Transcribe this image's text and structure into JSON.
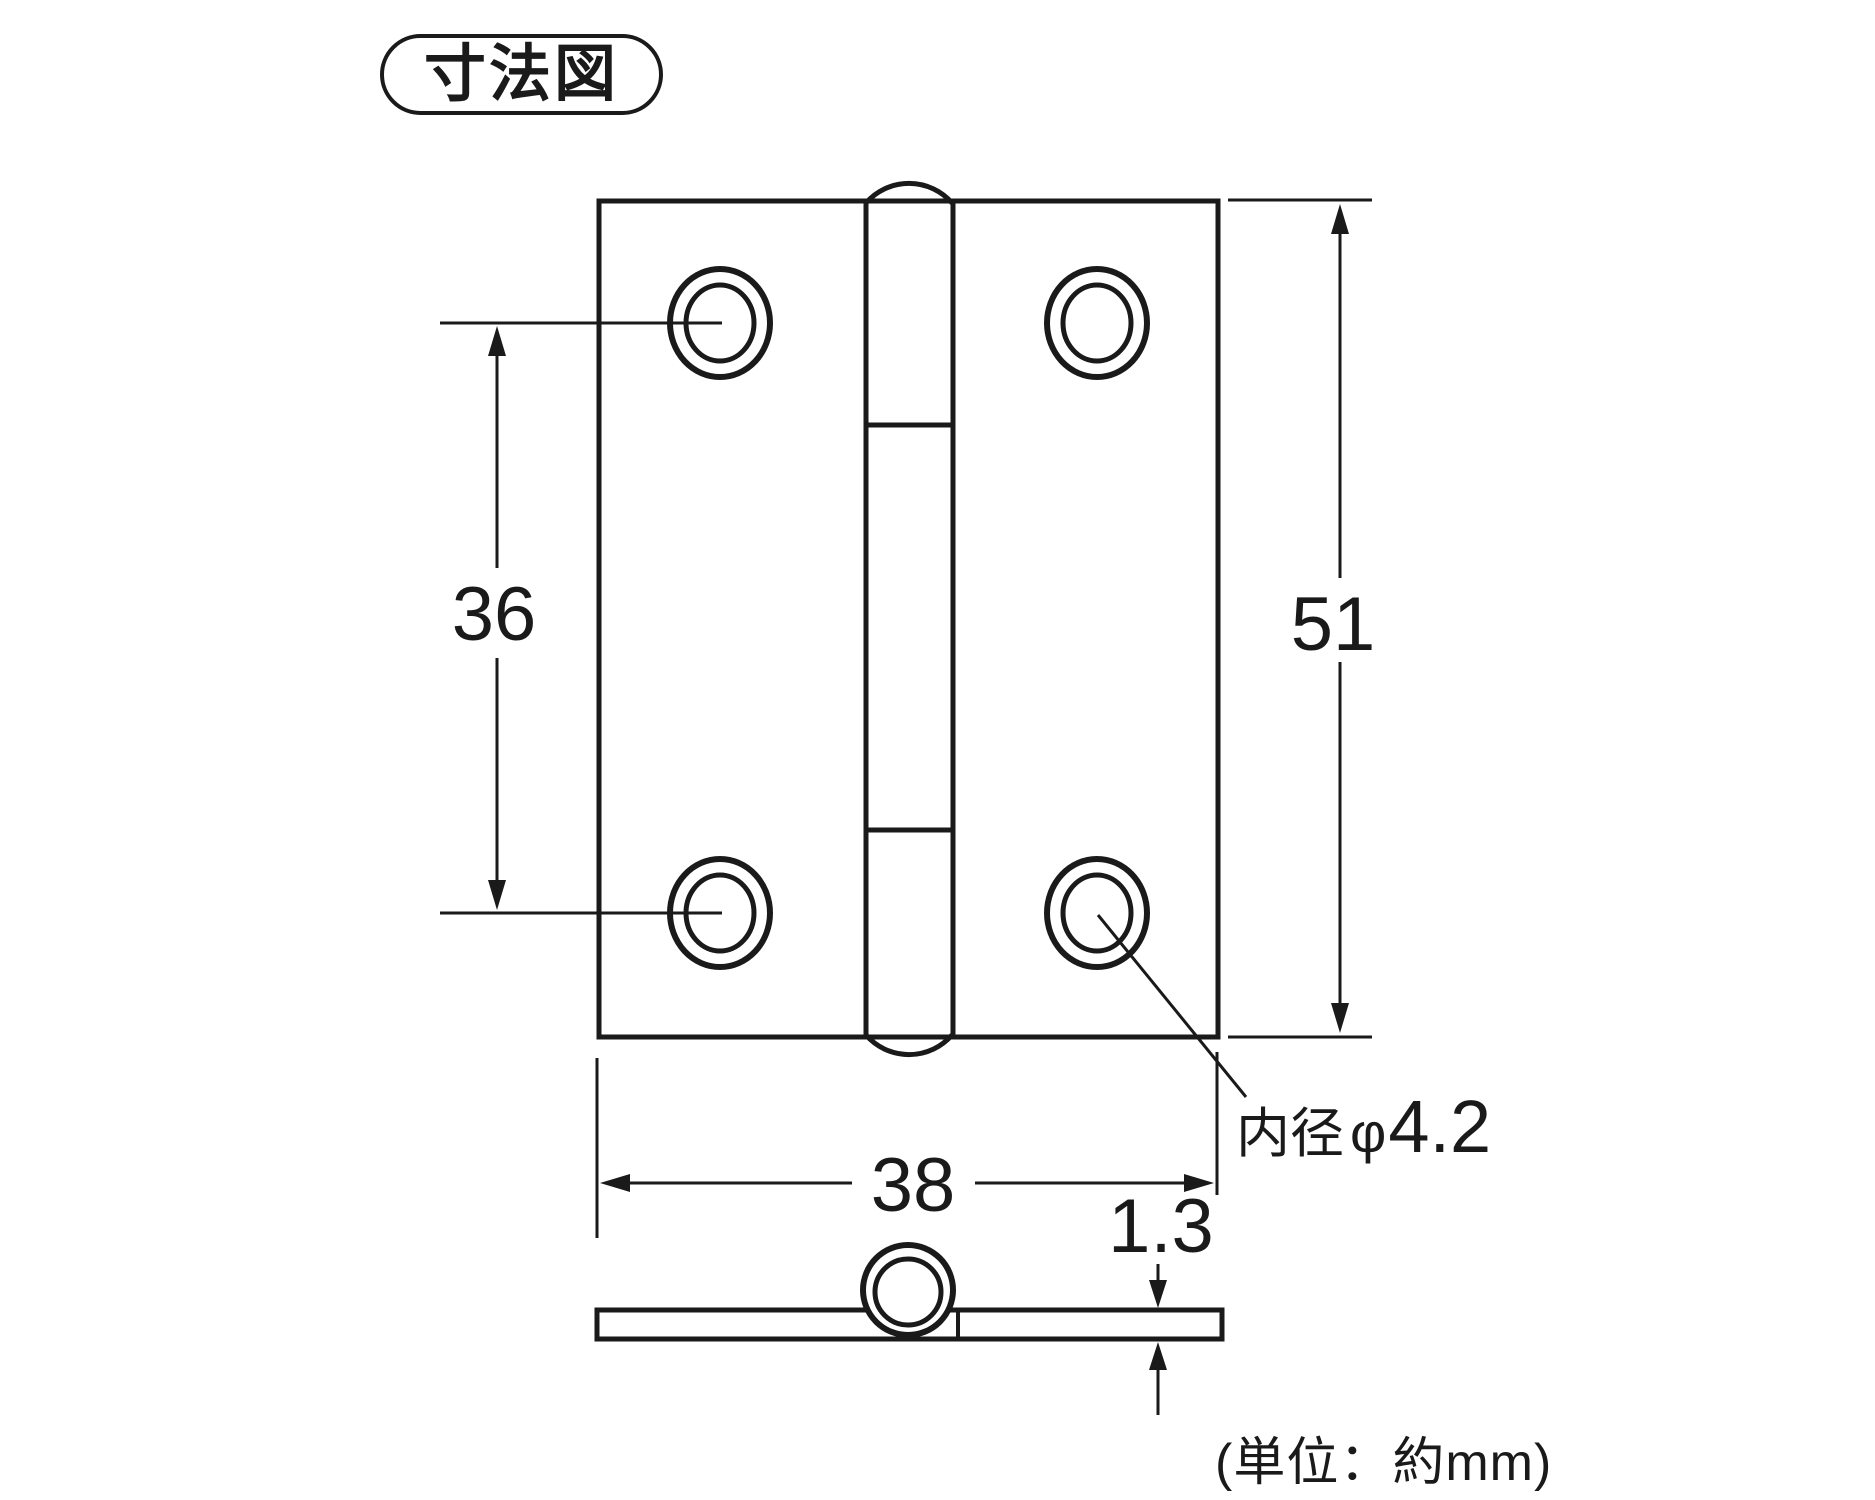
{
  "title": "寸法図",
  "unit_note": "(単位：約mm)",
  "dimensions": {
    "hole_spacing": "36",
    "plate_height": "51",
    "plate_width": "38",
    "plate_thickness": "1.3",
    "hole_label": "内径",
    "hole_phi": "φ",
    "hole_diameter": "4.2"
  },
  "colors": {
    "ink": "#1a1a1a",
    "background": "#ffffff"
  }
}
